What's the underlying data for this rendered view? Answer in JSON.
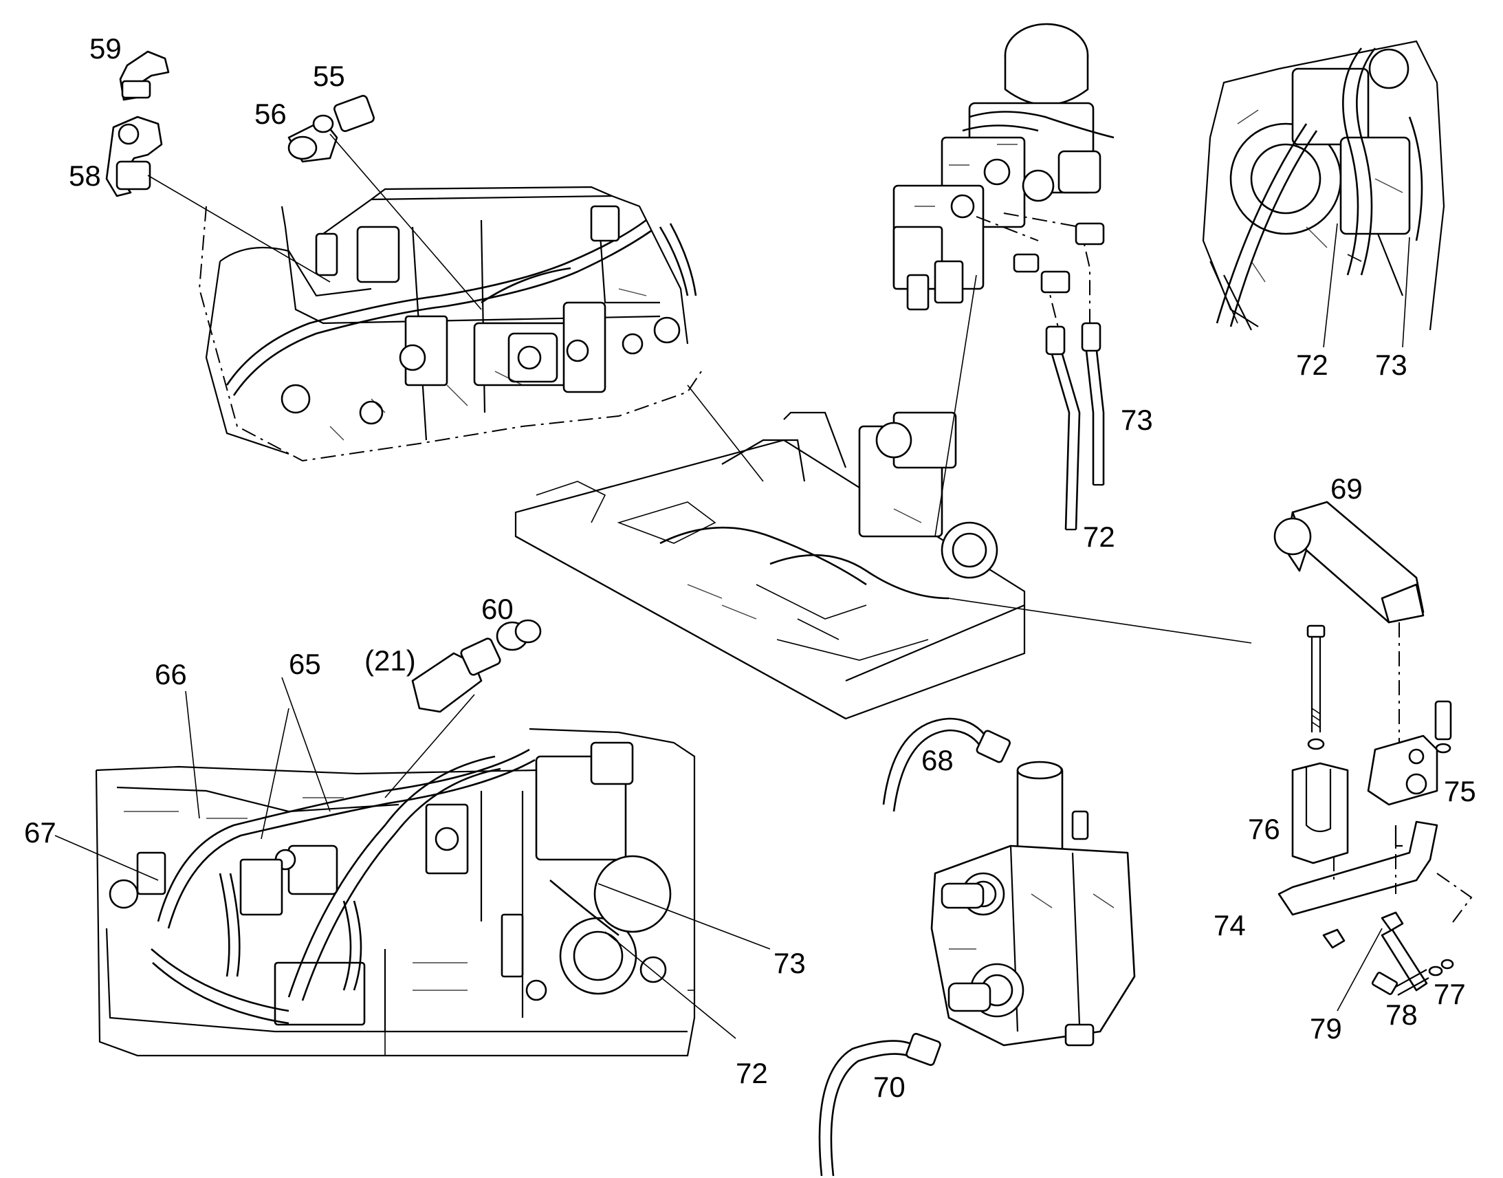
{
  "labels": {
    "l59": "59",
    "l55": "55",
    "l56": "56",
    "l58": "58",
    "l72a": "72",
    "l73a": "73",
    "l73b": "73",
    "l72b": "72",
    "l69": "69",
    "l60": "60",
    "l21": "(21)",
    "l66": "66",
    "l65": "65",
    "l67": "67",
    "l68": "68",
    "l75": "75",
    "l76": "76",
    "l74": "74",
    "l73c": "73",
    "l72c": "72",
    "l77": "77",
    "l78": "78",
    "l79": "79",
    "l70": "70"
  }
}
